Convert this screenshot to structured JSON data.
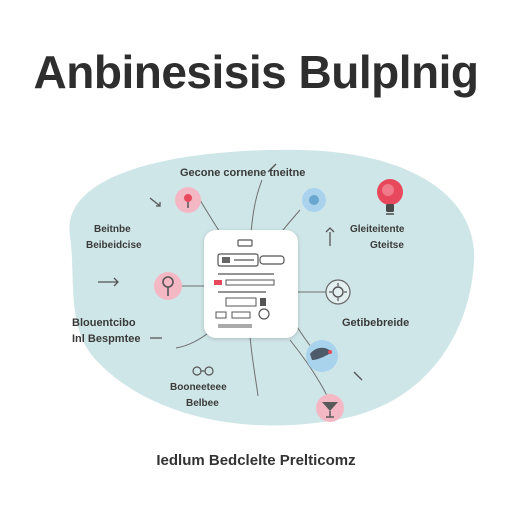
{
  "diagram": {
    "title": "Anbinesisis Bulplnig",
    "footer": "Iedlum Bedclelte Prelticomz",
    "labels": {
      "top": "Gecone cornene tneitne",
      "left_upper_line1": "Beitnbe",
      "left_upper_line2": "Beibeidcise",
      "right_upper_line1": "Gleiteitente",
      "right_upper_line2": "Gteitse",
      "left_lower_line1": "Blouentcibo",
      "left_lower_line2": "Inl Bespmtee",
      "right_lower": "Getibebreide",
      "bottom_line1": "Booneeteee",
      "bottom_line2": "Belbee"
    }
  },
  "colors": {
    "bubble": "#cfe6e8",
    "pink": "#f4b8c4",
    "blue": "#a9d3ec",
    "red": "#e8485c",
    "line": "#6f6f6f",
    "text": "#333333"
  },
  "icons": [
    "pin-icon",
    "globe-icon",
    "lightbulb-icon",
    "key-icon",
    "gear-icon",
    "bird-icon",
    "cocktail-icon",
    "document-icon"
  ]
}
